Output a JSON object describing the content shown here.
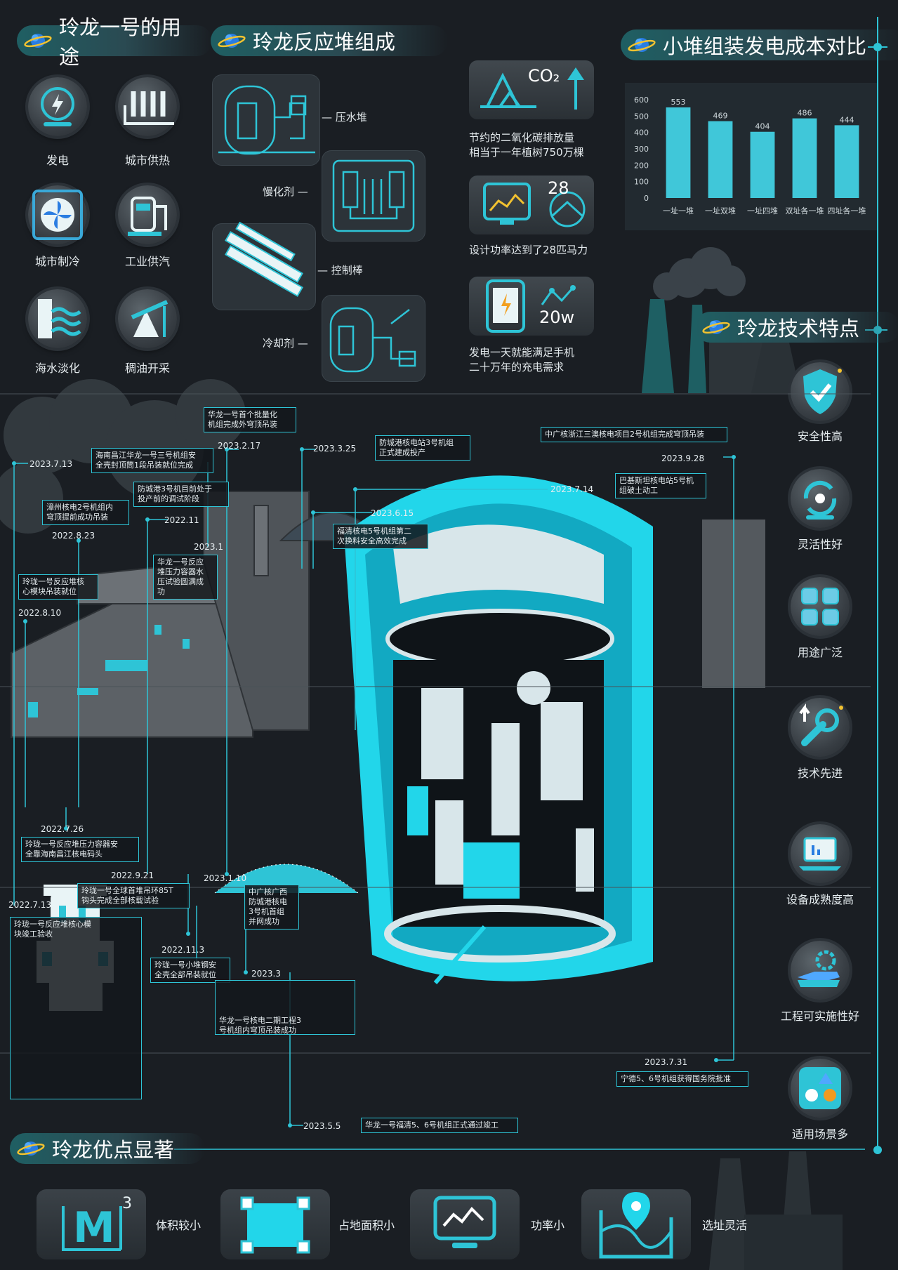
{
  "colors": {
    "accent": "#2ec4d6",
    "bright": "#17e6f5",
    "bg": "#1a1e23",
    "panel": "#2c3339",
    "bar": "#40c7d9"
  },
  "sections": {
    "uses": "玲龙一号的用途",
    "composition": "玲龙反应堆组成",
    "cost": "小堆组装发电成本对比",
    "tech": "玲龙技术特点",
    "advantages": "玲龙优点显著"
  },
  "uses": [
    {
      "label": "发电",
      "icon": "lightning-icon"
    },
    {
      "label": "城市供热",
      "icon": "radiator-icon"
    },
    {
      "label": "城市制冷",
      "icon": "fan-icon"
    },
    {
      "label": "工业供汽",
      "icon": "steam-icon"
    },
    {
      "label": "海水淡化",
      "icon": "wave-icon"
    },
    {
      "label": "稠油开采",
      "icon": "pumpjack-icon"
    }
  ],
  "components": [
    "压水堆",
    "慢化剂",
    "控制棒",
    "冷却剂"
  ],
  "facts": [
    {
      "line1": "节约的二氧化碳排放量",
      "line2": "相当于一年植树750万棵",
      "icon_text": "CO₂"
    },
    {
      "line1": "设计功率达到了28匹马力",
      "line2": "",
      "icon_text": "28"
    },
    {
      "line1": "发电一天就能满足手机",
      "line2": "二十万年的充电需求",
      "icon_text": "20w"
    }
  ],
  "chart_data": {
    "type": "bar",
    "categories": [
      "一址一堆",
      "一址双堆",
      "一址四堆",
      "双址各一堆",
      "四址各一堆"
    ],
    "values": [
      553,
      469,
      404,
      486,
      444
    ],
    "ylim": [
      0,
      600
    ],
    "yticks": [
      0,
      100,
      200,
      300,
      400,
      500,
      600
    ],
    "grid": false,
    "title": "",
    "xlabel": "",
    "ylabel": ""
  },
  "features": [
    {
      "label": "安全性高",
      "icon": "shield-check-icon"
    },
    {
      "label": "灵活性好",
      "icon": "cycle-icon"
    },
    {
      "label": "用途广泛",
      "icon": "grid-apps-icon"
    },
    {
      "label": "技术先进",
      "icon": "wrench-icon"
    },
    {
      "label": "设备成熟度高",
      "icon": "laptop-icon"
    },
    {
      "label": "工程可实施性好",
      "icon": "hand-gear-icon"
    },
    {
      "label": "适用场景多",
      "icon": "shapes-icon"
    }
  ],
  "timeline": {
    "boxes": [
      "华龙一号首个批量化\n机组完成外穹顶吊装",
      "海南昌江华龙一号三号机组安\n全壳封顶筒1段吊装就位完成",
      "防城港3号机目前处于\n投产前的调试阶段",
      "漳州核电2号机组内\n穹顶提前成功吊装",
      "玲珑一号反应堆核\n心模块吊装就位",
      "华龙一号反应\n堆压力容器水\n压试验圆满成\n功",
      "防城港核电站3号机组\n正式建成投产",
      "福清核电5号机组第二\n次换料安全高效完成",
      "中广核浙江三澳核电项目2号机组完成穹顶吊装",
      "巴基斯坦核电站5号机\n组破土动工",
      "玲珑一号反应堆压力容器安\n全靠海南昌江核电码头",
      "玲珑一号全球首堆吊环85T\n钩头完成全部核载试验",
      "中广核广西\n防城港核电\n3号机首组\n并网成功",
      "玲珑一号反应堆核心模\n块竣工验收",
      "玲珑一号小堆钢安\n全壳全部吊装就位",
      "华龙一号核电二期工程3\n号机组内穹顶吊装成功",
      "宁德5、6号机组获得国务院批准",
      "华龙一号福清5、6号机组正式通过竣工"
    ],
    "dates": [
      "2023.7.13",
      "2023.2.17",
      "2023.3.25",
      "2022.8.23",
      "2022.11",
      "2023.1",
      "2022.8.10",
      "2023.6.15",
      "2023.7.14",
      "2023.9.28",
      "2022.7.26",
      "2022.9.21",
      "2023.1.10",
      "2022.7.13",
      "2022.11.3",
      "2023.3",
      "2023.7.31",
      "2023.5.5"
    ]
  },
  "advantages": [
    {
      "label": "体积较小",
      "icon": "volume-m3-icon",
      "icon_text": "M",
      "sup": "3"
    },
    {
      "label": "占地面积小",
      "icon": "area-frame-icon"
    },
    {
      "label": "功率小",
      "icon": "monitor-chart-icon"
    },
    {
      "label": "选址灵活",
      "icon": "map-pin-icon"
    }
  ]
}
